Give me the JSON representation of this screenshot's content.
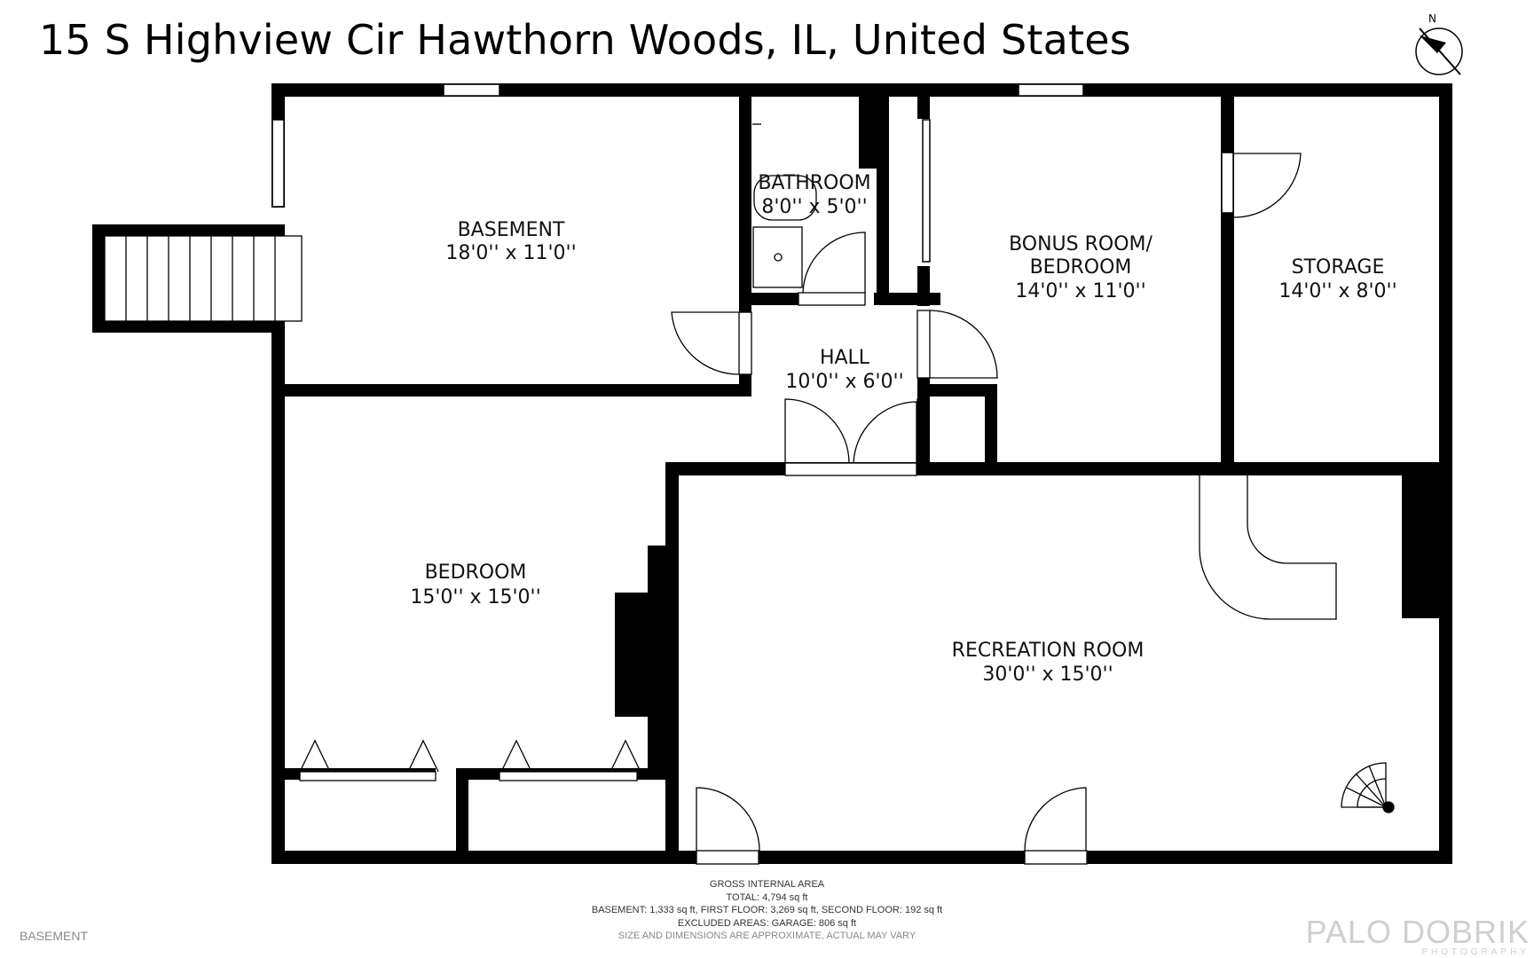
{
  "title": "15 S Highview Cir Hawthorn Woods, IL, United States",
  "rooms": [
    {
      "name": "BASEMENT",
      "dims": "18'0'' x 11'0''"
    },
    {
      "name": "BATHROOM",
      "dims": "8'0'' x 5'0''"
    },
    {
      "name_line1": "BONUS ROOM/",
      "name_line2": "BEDROOM",
      "dims": "14'0'' x 11'0''"
    },
    {
      "name": "STORAGE",
      "dims": "14'0'' x 8'0''"
    },
    {
      "name": "HALL",
      "dims": "10'0'' x 6'0''"
    },
    {
      "name": "BEDROOM",
      "dims": "15'0'' x 15'0''"
    },
    {
      "name": "RECREATION ROOM",
      "dims": "30'0'' x 15'0''"
    }
  ],
  "area_summary": {
    "heading": "GROSS INTERNAL AREA",
    "total": "TOTAL: 4,794 sq ft",
    "breakdown": "BASEMENT: 1,333 sq ft, FIRST FLOOR: 3,269 sq ft, SECOND FLOOR: 192 sq ft",
    "excluded": "EXCLUDED AREAS: GARAGE: 806 sq ft",
    "note": "SIZE AND DIMENSIONS ARE APPROXIMATE, ACTUAL MAY VARY"
  },
  "floor_label": "BASEMENT",
  "compass_label": "N",
  "logo": {
    "main": "PALO DOBRIK",
    "sub": "PHOTOGRAPHY"
  },
  "colors": {
    "wall": "#000000",
    "background": "#ffffff",
    "logo": "#cfcfcf",
    "fine_print": "#333333"
  }
}
